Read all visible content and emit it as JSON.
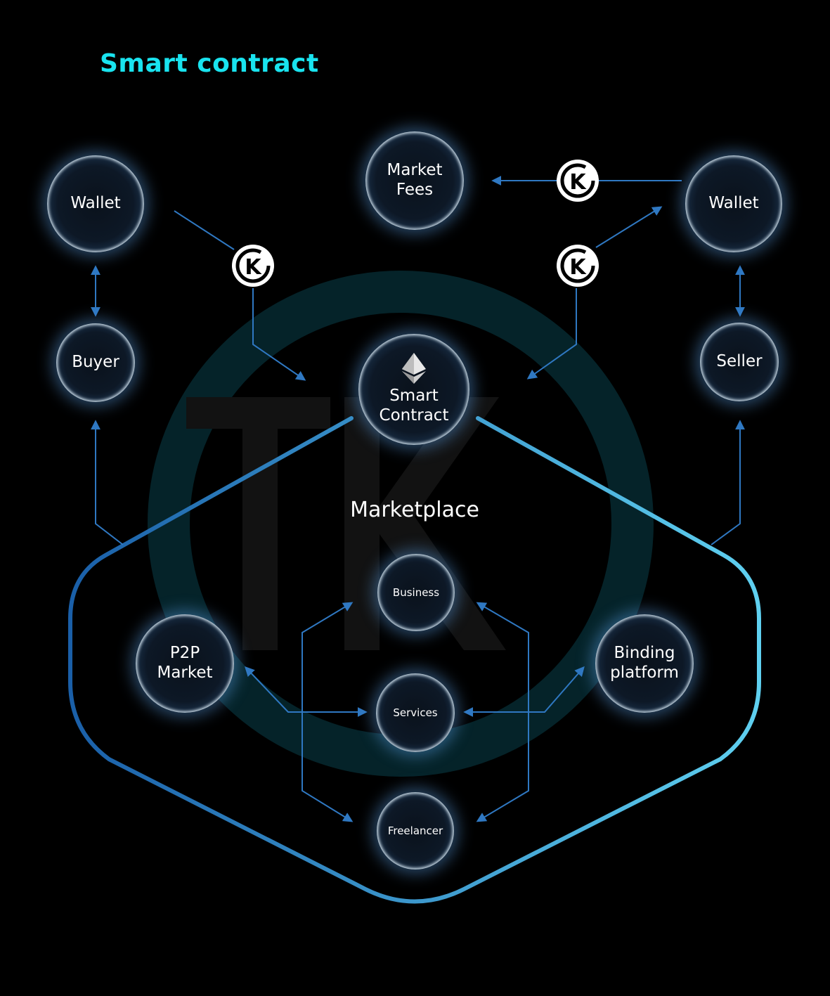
{
  "title": "Smart contract",
  "marketplace_label": "Marketplace",
  "token_symbol": "K",
  "nodes": {
    "wallet_left": "Wallet",
    "market_fees": "Market\nFees",
    "wallet_right": "Wallet",
    "buyer": "Buyer",
    "smart_contract": "Smart\nContract",
    "seller": "Seller",
    "business": "Business",
    "p2p_market": "P2P\nMarket",
    "binding_platform": "Binding\nplatform",
    "services": "Services",
    "freelancer": "Freelancer"
  },
  "icons": {
    "token": "token-k-icon",
    "ethereum": "ethereum-icon"
  },
  "colors": {
    "background": "#000000",
    "title": "#19e3ef",
    "arrow": "#2f78c2",
    "hex_dark": "#1a5fa8",
    "hex_light": "#5fd0f0"
  }
}
